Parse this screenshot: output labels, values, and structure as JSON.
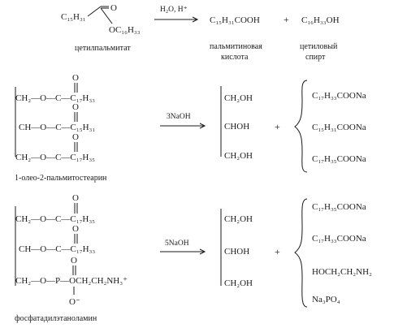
{
  "r1": {
    "cetyl_c15": "C₁₅H₃₁",
    "cetyl_o": "O",
    "cetyl_oc16": "OC₁₆H₃₃",
    "cetyl_name": "цетилпальмитат",
    "conditions": "H₂O, H⁺",
    "acid": "C₁₅H₃₁COOH",
    "plus": "+",
    "alcohol": "C₁₆H₃₃OH",
    "acid_name": [
      "пальмитиновая",
      "кислота"
    ],
    "alcohol_name": [
      "цетиловый",
      "спирт"
    ]
  },
  "r2": {
    "rows": [
      {
        "lead": "CH₂—O—C—C₁₇H₃₃",
        "o": "O"
      },
      {
        "lead": "CH—O—C—C₁₅H₃₁",
        "o": "O"
      },
      {
        "lead": "CH₂—O—C—C₁₇H₃₅",
        "o": "O"
      }
    ],
    "name": "1-олео-2-пальмитостеарин",
    "reagent": "3NaOH",
    "glycerol": [
      "CH₂OH",
      "CHOH",
      "CH₂OH"
    ],
    "plus": "+",
    "products": [
      "C₁₇H₃₃COONa",
      "C₁₅H₃₁COONa",
      "C₁₇H₃₅COONa"
    ]
  },
  "r3": {
    "rows": [
      {
        "lead": "CH₂—O—C—C₁₇H₃₅",
        "o": "O"
      },
      {
        "lead": "CH—O—C—C₁₇H₃₃",
        "o": "O"
      },
      {
        "lead": "CH₂—O—P—OCH₂CH₂NH₃⁺",
        "o": "O"
      }
    ],
    "phosphate_o_minus": "O⁻",
    "name": "фосфатадилэтаноламин",
    "reagent": "5NaOH",
    "glycerol": [
      "CH₂OH",
      "CHOH",
      "CH₂OH"
    ],
    "plus": "+",
    "products": [
      "C₁₇H₃₅COONa",
      "C₁₇H₃₃COONa",
      "HOCH₂CH₂NH₂",
      "Na₃PO₄"
    ]
  }
}
